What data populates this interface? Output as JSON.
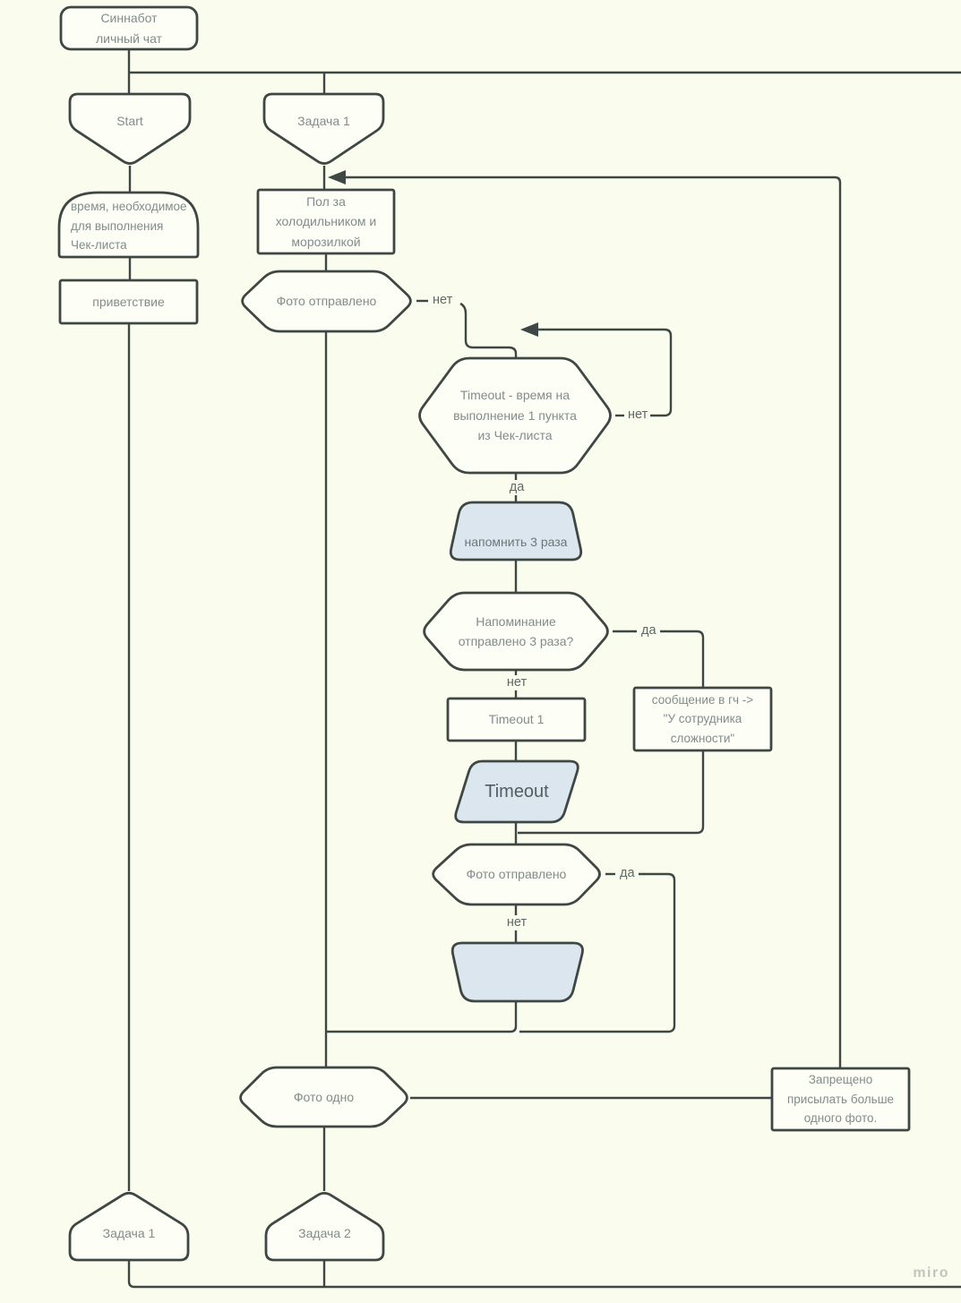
{
  "app": {
    "watermark": "miro"
  },
  "colors": {
    "background": "#fafcee",
    "shape_fill": "#fdfef6",
    "highlight_fill": "#dce6ee",
    "stroke": "#3e4743",
    "label_text": "#828c8c",
    "edge_label_text": "#5f6a66"
  },
  "nodes": [
    {
      "id": "sinnabot-chat",
      "type": "rounded-rect",
      "label": "Синнабот\nличный чат"
    },
    {
      "id": "start",
      "type": "pentagon-down",
      "label": "Start"
    },
    {
      "id": "task1-top",
      "type": "pentagon-down",
      "label": "Задача 1"
    },
    {
      "id": "checklist-time",
      "type": "dome-rect",
      "label": "время, необходимое\nдля выполнения\nЧек-листа"
    },
    {
      "id": "greeting",
      "type": "rect",
      "label": "приветствие"
    },
    {
      "id": "floor-task",
      "type": "rect",
      "label": "Пол за\nхолодильником и\nморозилкой"
    },
    {
      "id": "photo-sent-1",
      "type": "hexagon",
      "label": "Фото отправлено"
    },
    {
      "id": "timeout-check",
      "type": "hexagon",
      "label": "Timeout - время на\nвыполнение 1 пункта\nиз Чек-листа"
    },
    {
      "id": "remind-3-times",
      "type": "trapezoid",
      "label": "напомнить 3 раза"
    },
    {
      "id": "reminder-sent-3",
      "type": "hexagon",
      "label": "Напоминание\nотправлено 3 раза?"
    },
    {
      "id": "timeout-1",
      "type": "rect",
      "label": "Timeout 1"
    },
    {
      "id": "timeout-delay",
      "type": "parallelogram",
      "label": "Timeout"
    },
    {
      "id": "gc-message",
      "type": "rect",
      "label": "сообщение в гч ->\n\"У сотрудника\nсложности\""
    },
    {
      "id": "photo-sent-2",
      "type": "hexagon",
      "label": "Фото отправлено"
    },
    {
      "id": "empty-action",
      "type": "trapezoid",
      "label": ""
    },
    {
      "id": "photo-one",
      "type": "hexagon",
      "label": "Фото одно"
    },
    {
      "id": "forbidden-note",
      "type": "rect",
      "label": "Запрещено\nприсылать больше\nодного фото."
    },
    {
      "id": "task1-bottom",
      "type": "pentagon-up",
      "label": "Задача 1"
    },
    {
      "id": "task2-bottom",
      "type": "pentagon-up",
      "label": "Задача 2"
    }
  ],
  "edge_labels": [
    {
      "id": "no-photo1",
      "text": "нет"
    },
    {
      "id": "no-timeout",
      "text": "нет"
    },
    {
      "id": "yes-timeout",
      "text": "да"
    },
    {
      "id": "no-reminder",
      "text": "нет"
    },
    {
      "id": "yes-reminder",
      "text": "да"
    },
    {
      "id": "no-photo2",
      "text": "нет"
    },
    {
      "id": "yes-photo2",
      "text": "да"
    }
  ]
}
